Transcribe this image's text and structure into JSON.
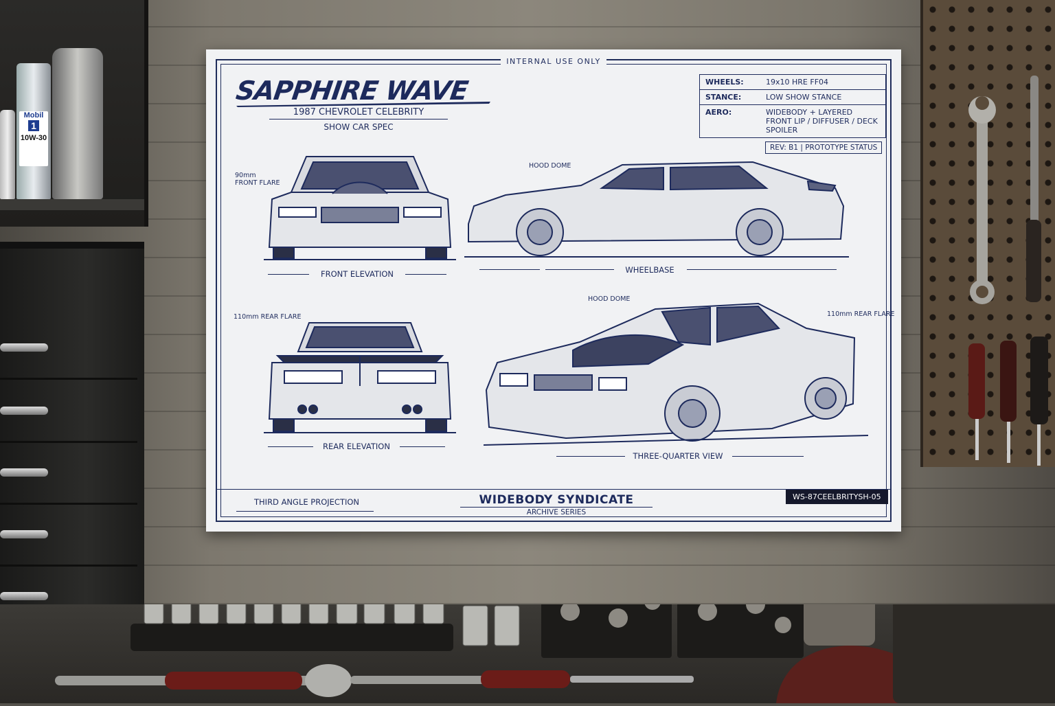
{
  "poster": {
    "internal_use": "INTERNAL USE ONLY",
    "title": "SAPPHIRE WAVE",
    "model": "1987 CHEVROLET CELEBRITY",
    "spec": "SHOW CAR SPEC",
    "specs": [
      {
        "key": "WHEELS:",
        "value": "19x10 HRE FF04"
      },
      {
        "key": "STANCE:",
        "value": "LOW SHOW STANCE"
      },
      {
        "key": "AERO:",
        "value": "WIDEBODY + LAYERED FRONT LIP / DIFFUSER / DECK SPOILER"
      }
    ],
    "revision": "REV: B1  |  PROTOTYPE STATUS",
    "views": {
      "front": "FRONT ELEVATION",
      "side": "WHEELBASE",
      "rear": "REAR ELEVATION",
      "three_quarter": "THREE-QUARTER VIEW"
    },
    "callouts": {
      "front_flare": "90mm\nFRONT FLARE",
      "hood_dome_side": "HOOD DOME",
      "rear_flare": "110mm REAR FLARE",
      "hood_dome_3q": "HOOD DOME",
      "rear_flare_3q": "110mm REAR FLARE"
    },
    "projection": "THIRD ANGLE PROJECTION",
    "brand": "WIDEBODY SYNDICATE",
    "series": "ARCHIVE SERIES",
    "code": "WS-87CEELBRITYSH-05"
  },
  "oil_can": {
    "brand": "Mobil",
    "number": "1",
    "grade": "10W-30"
  },
  "colors": {
    "navy": "#1d2a5c",
    "paper": "#f1f2f4"
  }
}
